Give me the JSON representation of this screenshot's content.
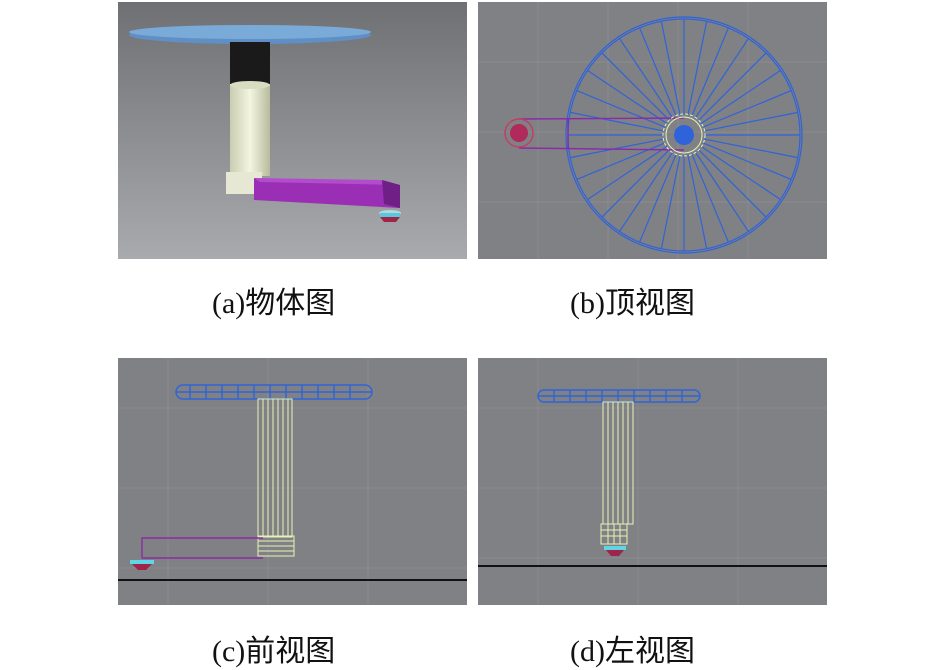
{
  "panels": {
    "a": {
      "caption": "(a)物体图",
      "view": "perspective"
    },
    "b": {
      "caption": "(b)顶视图",
      "view": "top"
    },
    "c": {
      "caption": "(c)前视图",
      "view": "front"
    },
    "d": {
      "caption": "(d)左视图",
      "view": "left"
    }
  },
  "colors": {
    "viewport_bg": "#808184",
    "perspective_bg": "#8a8b8e",
    "wire_blue": "#2f63d9",
    "wire_yellow": "#e8f2b8",
    "wire_purple": "#8a2aa8",
    "tabletop_blue": "#6e9fcf",
    "column_cream": "#e9eccf",
    "arm_purple": "#9b2fb6",
    "foot_cyan": "#5fd6e6",
    "foot_red": "#a0244a",
    "ground_line": "#111111"
  }
}
